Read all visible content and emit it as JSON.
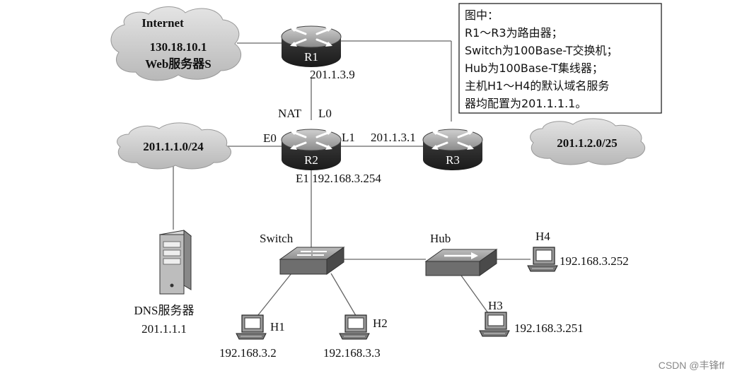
{
  "internet": {
    "title": "Internet",
    "ip": "130.18.10.1",
    "server": "Web服务器S"
  },
  "r1": {
    "name": "R1",
    "ip": "201.1.3.9"
  },
  "r2": {
    "name": "R2",
    "nat": "NAT",
    "l0": "L0",
    "e0": "E0",
    "l1": "L1",
    "e1": "E1 192.168.3.254"
  },
  "r3": {
    "name": "R3",
    "ip": "201.1.3.1"
  },
  "net_left": "201.1.1.0/24",
  "net_right": "201.1.2.0/25",
  "dns": {
    "name": "DNS服务器",
    "ip": "201.1.1.1"
  },
  "switch_label": "Switch",
  "hub_label": "Hub",
  "hosts": {
    "h1": {
      "name": "H1",
      "ip": "192.168.3.2"
    },
    "h2": {
      "name": "H2",
      "ip": "192.168.3.3"
    },
    "h3": {
      "name": "H3",
      "ip": "192.168.3.251"
    },
    "h4": {
      "name": "H4",
      "ip": "192.168.3.252"
    }
  },
  "note": {
    "lines": [
      "图中：",
      "R1～R3为路由器；",
      "Switch为100Base-T交换机；",
      "Hub为100Base-T集线器；",
      "主机H1～H4的默认域名服务",
      "器均配置为201.1.1.1。"
    ]
  },
  "watermark": "CSDN @丰锋ff"
}
